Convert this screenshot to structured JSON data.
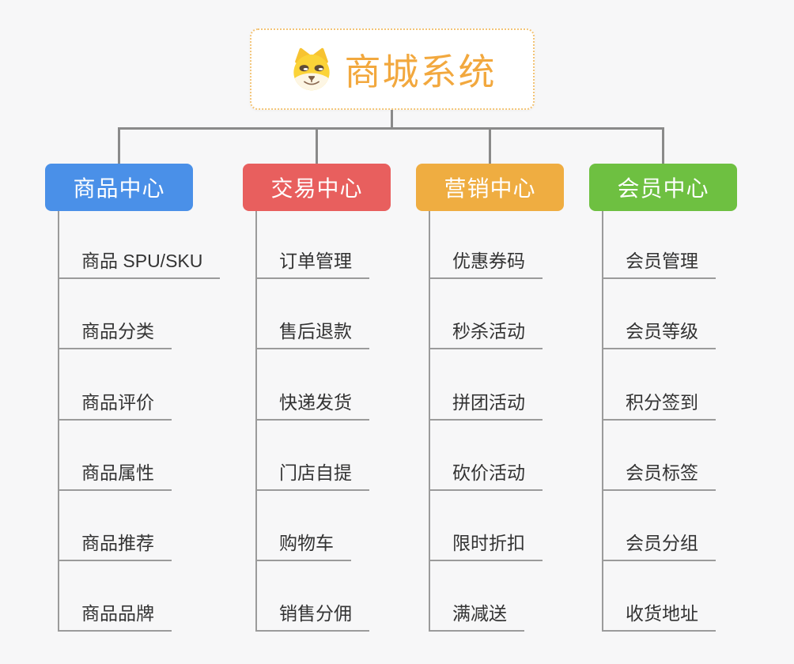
{
  "root": {
    "title": "商城系统",
    "icon": "shiba-dog-icon"
  },
  "branches": [
    {
      "id": "product-center",
      "label": "商品中心",
      "color": "#4a90e8",
      "children": [
        "商品 SPU/SKU",
        "商品分类",
        "商品评价",
        "商品属性",
        "商品推荐",
        "商品品牌"
      ]
    },
    {
      "id": "trade-center",
      "label": "交易中心",
      "color": "#e85f5e",
      "children": [
        "订单管理",
        "售后退款",
        "快递发货",
        "门店自提",
        "购物车",
        "销售分佣"
      ]
    },
    {
      "id": "marketing-center",
      "label": "营销中心",
      "color": "#efad41",
      "children": [
        "优惠券码",
        "秒杀活动",
        "拼团活动",
        "砍价活动",
        "限时折扣",
        "满减送"
      ]
    },
    {
      "id": "member-center",
      "label": "会员中心",
      "color": "#6ec041",
      "children": [
        "会员管理",
        "会员等级",
        "积分签到",
        "会员标签",
        "会员分组",
        "收货地址"
      ]
    }
  ],
  "style": {
    "background": "#f7f7f8",
    "root_title_color": "#f2a83e",
    "root_border_color": "#f3c477",
    "connector_color": "#8a8a8a",
    "leaf_line_color": "#9b9b9b",
    "leaf_text_color": "#333333",
    "branch_text_color": "#ffffff"
  }
}
